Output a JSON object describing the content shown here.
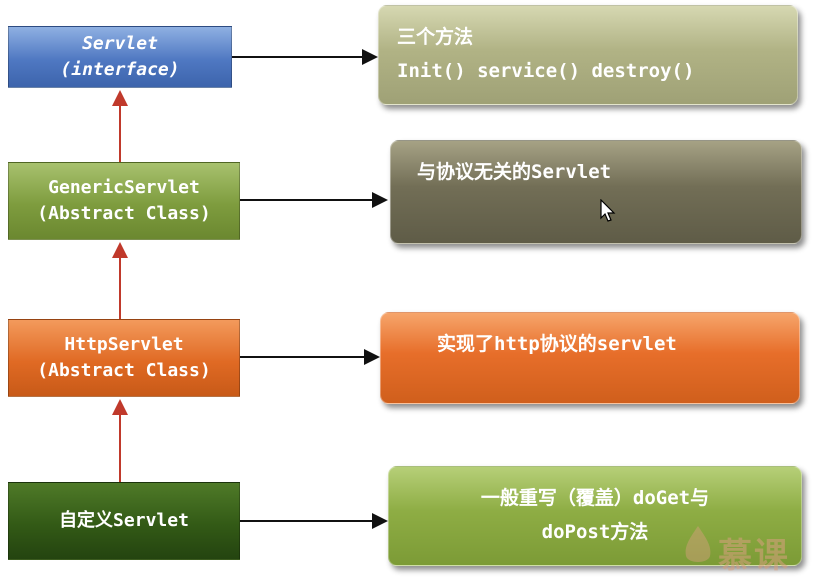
{
  "nodes": {
    "servlet": {
      "line1": "Servlet",
      "line2": "(interface)"
    },
    "generic_servlet": {
      "line1": "GenericServlet",
      "line2": "(Abstract  Class)"
    },
    "http_servlet": {
      "line1": "HttpServlet",
      "line2": "(Abstract  Class)"
    },
    "custom_servlet": {
      "line1": "自定义Servlet"
    }
  },
  "descriptions": {
    "servlet": {
      "line1": "三个方法",
      "line2": "Init() service() destroy()"
    },
    "generic_servlet": {
      "line1": "与协议无关的Servlet"
    },
    "http_servlet": {
      "line1": "实现了http协议的servlet"
    },
    "custom_servlet": {
      "line1": "一般重写（覆盖）doGet与",
      "line2": "doPost方法"
    }
  },
  "watermark": {
    "text": "慕课"
  },
  "colors": {
    "servlet": "#4f78c2",
    "generic_servlet": "#7e9c3e",
    "http_servlet": "#e06a24",
    "custom_servlet": "#335a16",
    "inherit_arrow": "#c0392b",
    "link_arrow": "#111111"
  }
}
